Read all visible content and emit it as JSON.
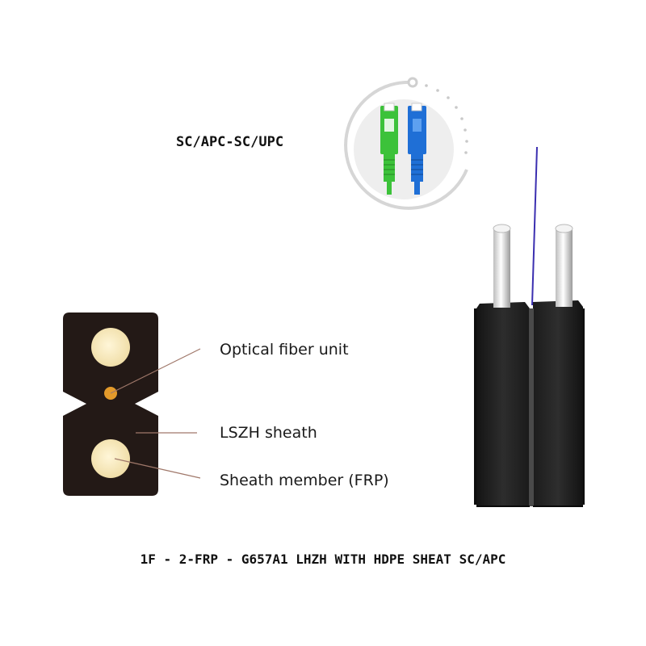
{
  "connector": {
    "label": "SC/APC-SC/UPC",
    "apc_color": "#3cc23a",
    "upc_color": "#1f6fd6"
  },
  "cross_section": {
    "callouts": [
      {
        "label": "Optical fiber unit"
      },
      {
        "label": "LSZH sheath"
      },
      {
        "label": "Sheath member (FRP)"
      }
    ],
    "sheath_color": "#231916",
    "frp_color": "#f6e7b8",
    "fiber_color": "#e39a2b",
    "leader_color": "#a0786a"
  },
  "cable_render": {
    "jacket_color": "#1e1e1e",
    "fiber_color": "#3b2fb0"
  },
  "product": {
    "title": "1F - 2-FRP - G657A1 LHZH WITH HDPE SHEAT SC/APC"
  }
}
